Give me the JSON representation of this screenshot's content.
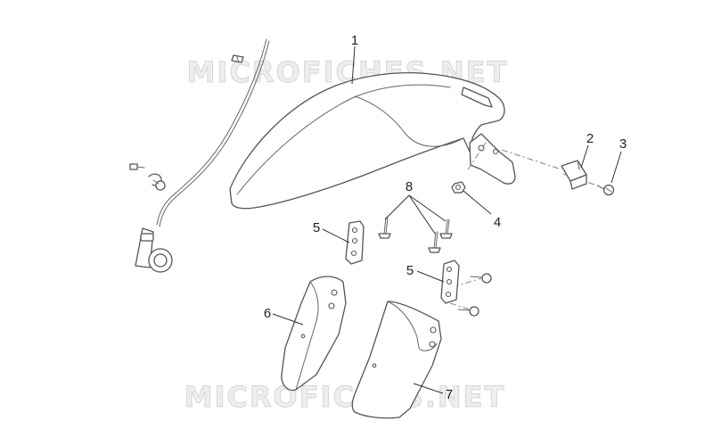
{
  "watermark": {
    "top": "MICROFICHES.NET",
    "bottom": "MICROFICHES.NET",
    "color": "#d9d9d9"
  },
  "callouts": [
    {
      "id": "c1a",
      "label": "1"
    },
    {
      "id": "c2a",
      "label": "2"
    },
    {
      "id": "c3a",
      "label": "3"
    },
    {
      "id": "c4a",
      "label": "4"
    },
    {
      "id": "c5a",
      "label": "5"
    },
    {
      "id": "c5b",
      "label": "5"
    },
    {
      "id": "c6a",
      "label": "6"
    },
    {
      "id": "c7a",
      "label": "7"
    },
    {
      "id": "c8a",
      "label": "8"
    }
  ],
  "colors": {
    "line": "#555555",
    "text": "#222222",
    "background": "#ffffff"
  }
}
